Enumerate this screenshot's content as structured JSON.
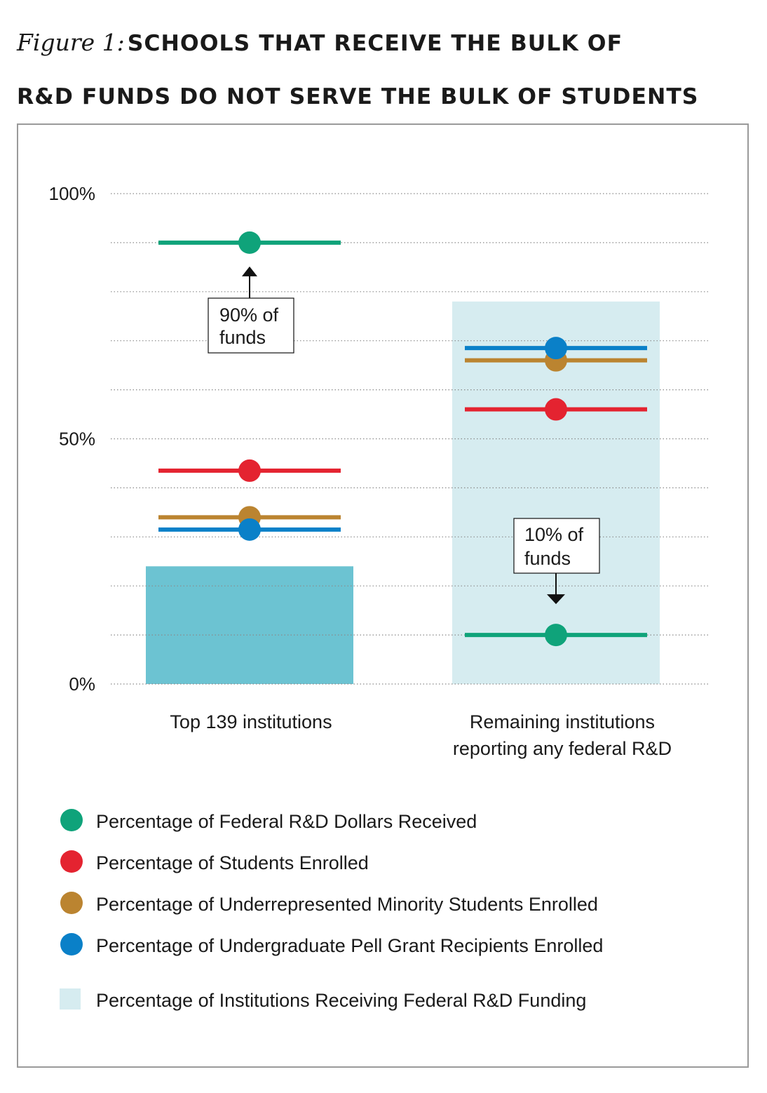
{
  "figure": {
    "label": "Figure 1:",
    "title_line1": "SCHOOLS THAT RECEIVE THE BULK OF",
    "title_line2": "R&D FUNDS DO NOT SERVE THE BULK OF STUDENTS"
  },
  "chart_data": {
    "type": "dot",
    "yticks": [
      "0%",
      "50%",
      "100%"
    ],
    "ylim": [
      0,
      100
    ],
    "grid": true,
    "categories": [
      {
        "label_lines": [
          "Top 139 institutions"
        ]
      },
      {
        "label_lines": [
          "Remaining institutions",
          "reporting any federal R&D"
        ]
      }
    ],
    "bar_series": {
      "name": "Percentage of Institutions Receiving Federal R&D Funding",
      "color": "#6cc3d2",
      "light_color": "#d6ecf0",
      "values": [
        24,
        78
      ]
    },
    "series": [
      {
        "name": "Percentage of Federal R&D Dollars Received",
        "color": "#0fa37a",
        "values": [
          90,
          10
        ]
      },
      {
        "name": "Percentage of Students Enrolled",
        "color": "#e42330",
        "values": [
          43.5,
          56
        ]
      },
      {
        "name": "Percentage of Underrepresented Minority Students Enrolled",
        "color": "#bb8430",
        "values": [
          34,
          66
        ]
      },
      {
        "name": "Percentage of Undergraduate Pell Grant Recipients Enrolled",
        "color": "#0a80c8",
        "values": [
          31.5,
          68.5
        ]
      }
    ],
    "annotations": [
      {
        "category": 0,
        "lines": [
          "90% of",
          "funds"
        ],
        "direction": "up"
      },
      {
        "category": 1,
        "lines": [
          "10% of",
          "funds"
        ],
        "direction": "down"
      }
    ],
    "legend_placement": "bottom"
  }
}
